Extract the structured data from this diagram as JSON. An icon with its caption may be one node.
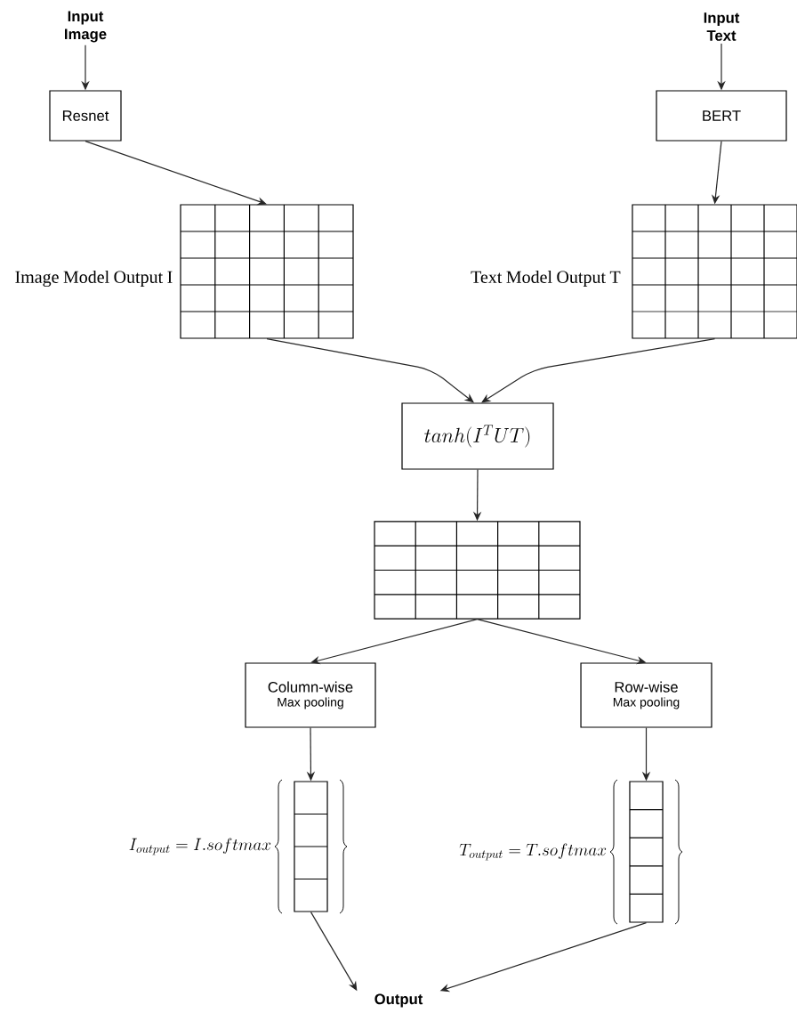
{
  "diagram": {
    "nodes": [
      {
        "text": [
          "Input Image"
        ]
      },
      {
        "text": [
          "Input Text"
        ]
      },
      {
        "text": [
          "Resnet"
        ]
      },
      {
        "text": [
          "BERT"
        ]
      },
      {
        "text": [],
        "shape": "grid",
        "beside": [
          "Image Model Output I"
        ]
      },
      {
        "text": [],
        "shape": "grid",
        "beside": [
          "Text Model Output T"
        ]
      },
      {
        "text": [
          "tanh(I^T UT)"
        ]
      },
      {
        "text": [],
        "shape": "grid"
      },
      {
        "text": [
          "Column-wise",
          "Max pooling"
        ]
      },
      {
        "text": [
          "Row-wise",
          "Max pooling"
        ]
      },
      {
        "text": [],
        "shape": "grid",
        "beside": [
          "I_{output} = I. softmax"
        ]
      },
      {
        "text": [],
        "shape": "grid",
        "beside": [
          "T_{output} = T. softmax"
        ]
      },
      {
        "text": [
          "Output"
        ]
      }
    ],
    "edges": [
      {
        "from": 0,
        "to": 2,
        "arrow": "to"
      },
      {
        "from": 1,
        "to": 3,
        "arrow": "to"
      },
      {
        "from": 2,
        "to": 4,
        "arrow": "to"
      },
      {
        "from": 3,
        "to": 5,
        "arrow": "to"
      },
      {
        "from": 4,
        "to": 6,
        "arrow": "to"
      },
      {
        "from": 5,
        "to": 6,
        "arrow": "to"
      },
      {
        "from": 6,
        "to": 7,
        "arrow": "to"
      },
      {
        "from": 7,
        "to": 8,
        "arrow": "to"
      },
      {
        "from": 7,
        "to": 9,
        "arrow": "to"
      },
      {
        "from": 8,
        "to": 10,
        "arrow": "to"
      },
      {
        "from": 9,
        "to": 11,
        "arrow": "to"
      },
      {
        "from": 10,
        "to": 12,
        "arrow": "to"
      },
      {
        "from": 11,
        "to": 12,
        "arrow": "to"
      }
    ]
  }
}
